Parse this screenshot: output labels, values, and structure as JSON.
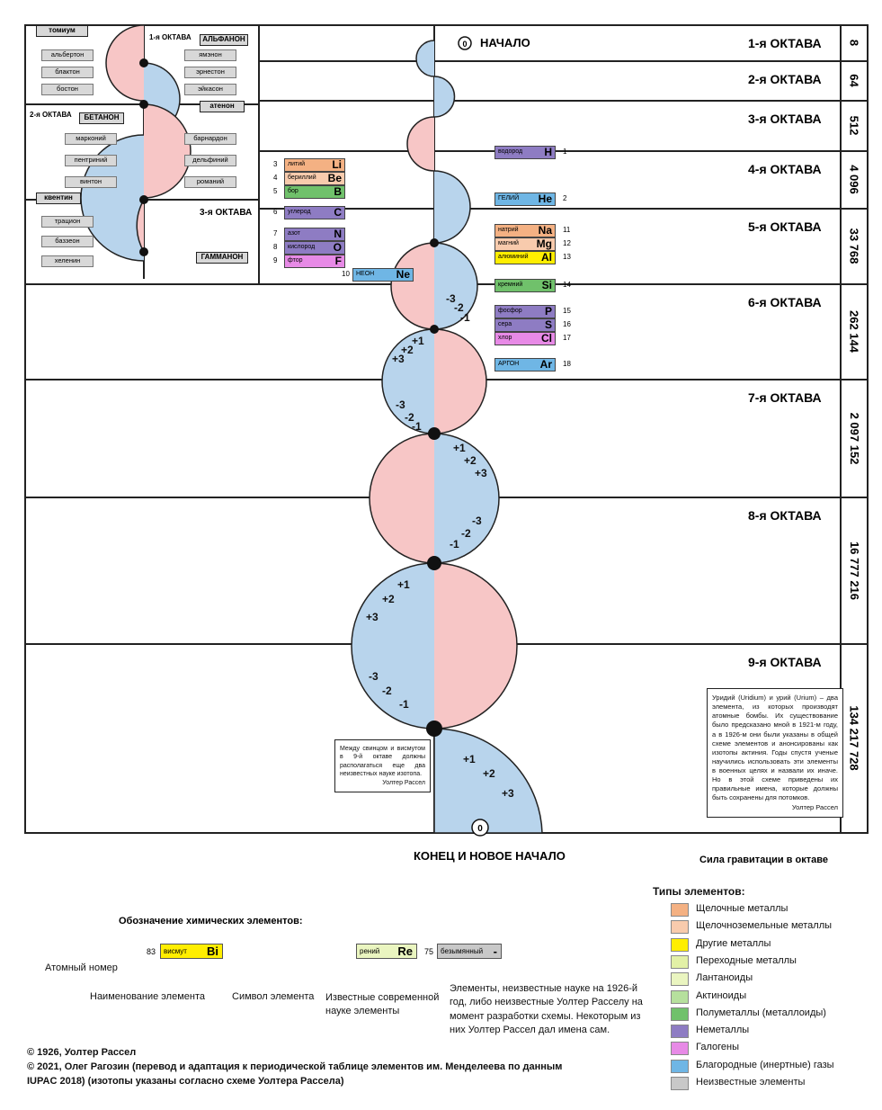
{
  "header": {
    "start_label": "НАЧАЛО",
    "end_label": "КОНЕЦ И НОВОЕ НАЧАЛО",
    "gravity_label": "Сила гравитации в октаве"
  },
  "octaves": [
    {
      "label": "1-я ОКТАВА",
      "gravity": "8"
    },
    {
      "label": "2-я ОКТАВА",
      "gravity": "64"
    },
    {
      "label": "3-я ОКТАВА",
      "gravity": "512"
    },
    {
      "label": "4-я ОКТАВА",
      "gravity": "4 096"
    },
    {
      "label": "5-я ОКТАВА",
      "gravity": "33 768"
    },
    {
      "label": "6-я ОКТАВА",
      "gravity": "262 144"
    },
    {
      "label": "7-я ОКТАВА",
      "gravity": "2 097 152"
    },
    {
      "label": "8-я ОКТАВА",
      "gravity": "16 777 216"
    },
    {
      "label": "9-я ОКТАВА",
      "gravity": "134 217 728"
    }
  ],
  "inset": {
    "oct1": "1-я ОКТАВА",
    "oct2": "2-я ОКТАВА",
    "oct3": "3-я ОКТАВА",
    "tomium": "томиум",
    "alfanon": "АЛЬФАНОН",
    "betanon": "БЕТАНОН",
    "atenon": "атенон",
    "kventin": "квентин",
    "gammanon": "ГАММАНОН",
    "left1": [
      "альбертон",
      "блактон",
      "бостон"
    ],
    "right1": [
      "ямэнон",
      "эрнестон",
      "эйкасон"
    ],
    "left2": [
      "марконий",
      "пентриний",
      "винтон"
    ],
    "right2": [
      "барнардон",
      "дельфиний",
      "романий"
    ],
    "left3": [
      "трацион",
      "баззеон",
      "хеленин"
    ]
  },
  "elements": [
    {
      "n": "3",
      "name": "литий",
      "sym": "Li",
      "color": "#f4b183"
    },
    {
      "n": "4",
      "name": "бериллий",
      "sym": "Be",
      "color": "#f8cbad"
    },
    {
      "n": "5",
      "name": "бор",
      "sym": "B",
      "color": "#70c16b"
    },
    {
      "n": "6",
      "name": "углерод",
      "sym": "C",
      "color": "#8e7cc3"
    },
    {
      "n": "7",
      "name": "азот",
      "sym": "N",
      "color": "#8e7cc3"
    },
    {
      "n": "8",
      "name": "кислород",
      "sym": "O",
      "color": "#8e7cc3"
    },
    {
      "n": "9",
      "name": "фтор",
      "sym": "F",
      "color": "#e78ae6"
    },
    {
      "n": "10",
      "name": "НЕОН",
      "sym": "Ne",
      "color": "#6fb6e5"
    },
    {
      "n": "1",
      "name": "водород",
      "sym": "H",
      "color": "#8e7cc3"
    },
    {
      "n": "2",
      "name": "ГЕЛИЙ",
      "sym": "He",
      "color": "#6fb6e5"
    },
    {
      "n": "11",
      "name": "натрий",
      "sym": "Na",
      "color": "#f4b183"
    },
    {
      "n": "12",
      "name": "магний",
      "sym": "Mg",
      "color": "#f8cbad"
    },
    {
      "n": "13",
      "name": "алюминий",
      "sym": "Al",
      "color": "#ffee00"
    },
    {
      "n": "14",
      "name": "кремний",
      "sym": "Si",
      "color": "#70c16b"
    },
    {
      "n": "15",
      "name": "фосфор",
      "sym": "P",
      "color": "#8e7cc3"
    },
    {
      "n": "16",
      "name": "сера",
      "sym": "S",
      "color": "#8e7cc3"
    },
    {
      "n": "17",
      "name": "хлор",
      "sym": "Cl",
      "color": "#e78ae6"
    },
    {
      "n": "18",
      "name": "АРГОН",
      "sym": "Ar",
      "color": "#6fb6e5"
    }
  ],
  "legend": {
    "title": "Типы элементов:",
    "items": [
      {
        "label": "Щелочные металлы",
        "color": "#f4b183"
      },
      {
        "label": "Щелочноземельные металлы",
        "color": "#f8cbad"
      },
      {
        "label": "Другие металлы",
        "color": "#ffee00"
      },
      {
        "label": "Переходные металлы",
        "color": "#e2f0a6"
      },
      {
        "label": "Лантаноиды",
        "color": "#eaf5c0"
      },
      {
        "label": "Актиноиды",
        "color": "#b6e09d"
      },
      {
        "label": "Полуметаллы (металлоиды)",
        "color": "#70c16b"
      },
      {
        "label": "Неметаллы",
        "color": "#8e7cc3"
      },
      {
        "label": "Галогены",
        "color": "#e78ae6"
      },
      {
        "label": "Благородные (инертные) газы",
        "color": "#6fb6e5"
      },
      {
        "label": "Неизвестные элементы",
        "color": "#c8c8c8"
      }
    ]
  },
  "notation": {
    "title": "Обозначение химических элементов:",
    "atomic_number": "Атомный номер",
    "element_name": "Наименование элемента",
    "element_symbol": "Символ элемента",
    "known": "Известные современной науке элементы",
    "unknown": "Элементы, неизвестные науке на 1926-й год, либо неизвестные Уолтер Расселу на момент разработки схемы. Некоторым из них Уолтер Рассел дал имена сам.",
    "ex_n": "83",
    "ex_name": "висмут",
    "ex_sym": "Bi",
    "ex2_name": "рений",
    "ex2_sym": "Re",
    "ex2_n": "75",
    "ex2_unknown": "безымянный"
  },
  "notes": {
    "lead": "Между свинцом и висмутом в 9-й октаве должны располагаться еще два неизвестных науке изотопа.",
    "uridium": "Уридий (Uridium) и урий (Urium) – два элемента, из которых производят атомные бомбы. Их существование было предсказано мной в 1921-м году, а в 1926-м они были указаны в общей схеме элементов и анонсированы как изотопы актиния. Годы спустя ученые научились использовать эти элементы в военных целях и назвали их иначе. Но в этой схеме приведены их правильные имена, которые должны быть сохранены для потомков.",
    "sign": "Уолтер Рассел"
  },
  "copyright": [
    "© 1926, Уолтер Рассел",
    "© 2021, Олег Рагозин (перевод и адаптация к периодической таблице элементов им. Менделеева по данным",
    "IUPAC 2018) (изотопы указаны согласно схеме Уолтера Рассела)"
  ]
}
